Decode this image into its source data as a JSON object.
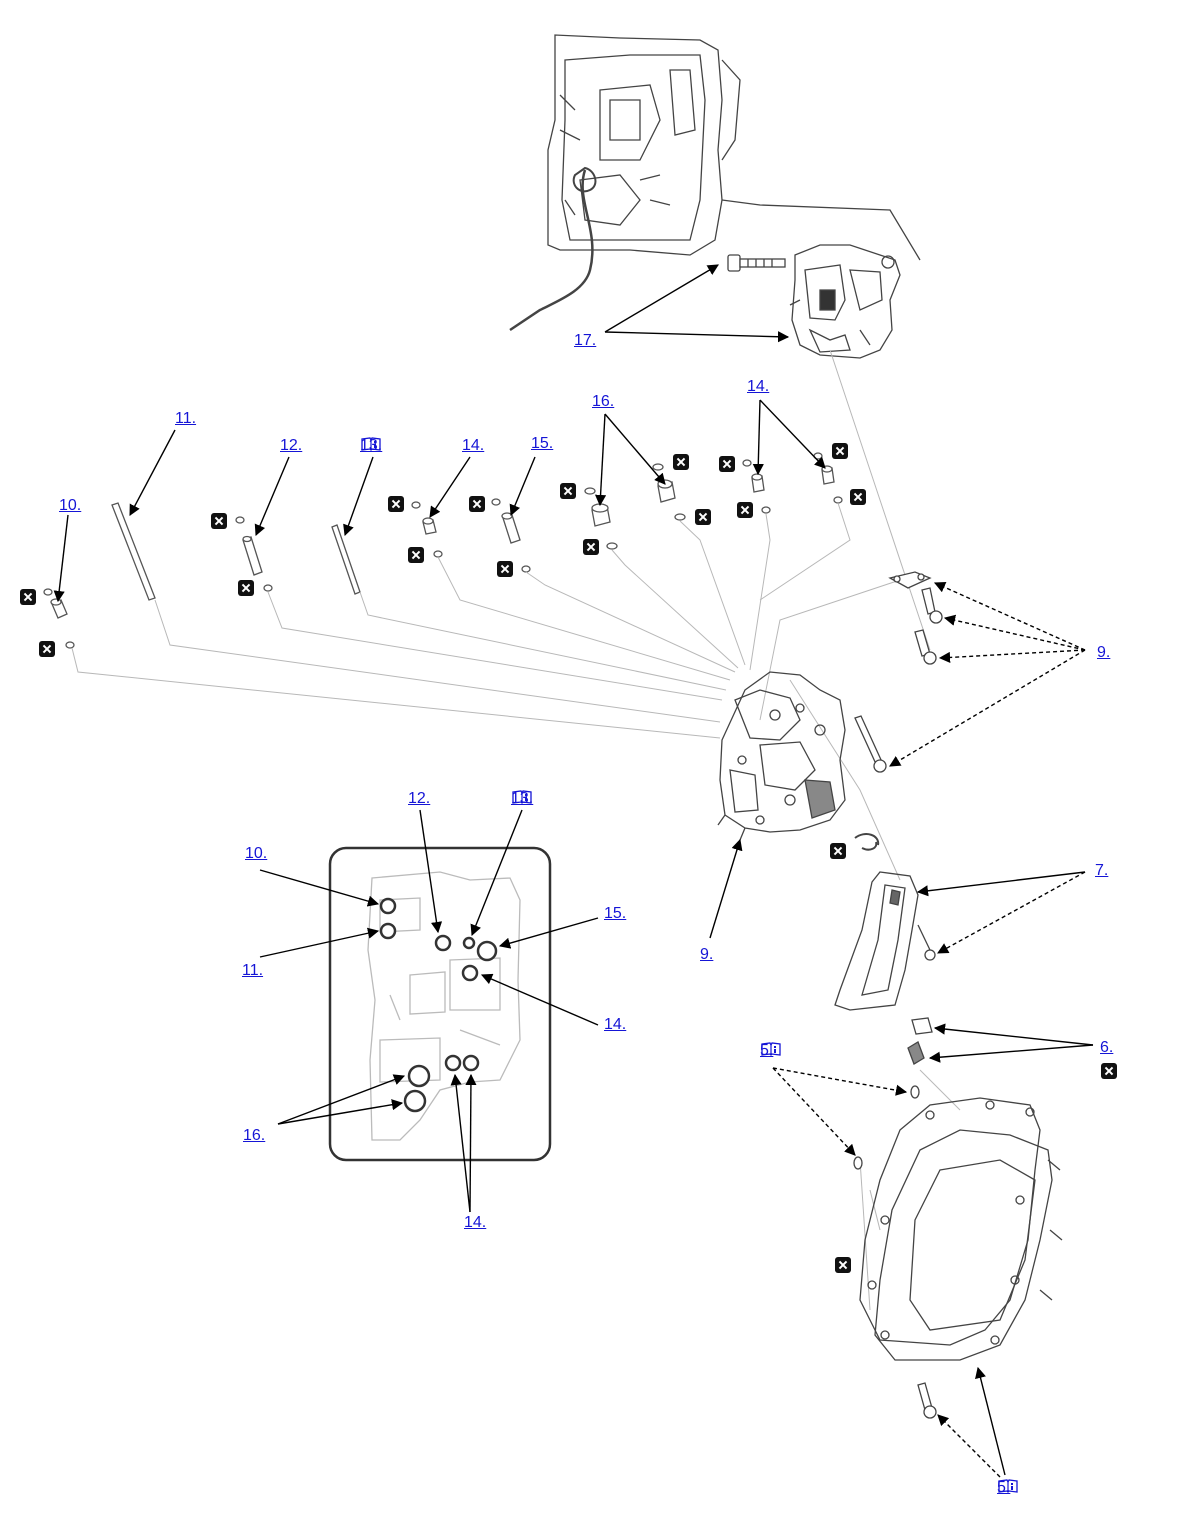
{
  "diagram": {
    "callouts": [
      {
        "id": "c17",
        "text": "17."
      },
      {
        "id": "c11",
        "text": "11."
      },
      {
        "id": "c12",
        "text": "12."
      },
      {
        "id": "c13",
        "text": "13.",
        "book": true
      },
      {
        "id": "c14a",
        "text": "14."
      },
      {
        "id": "c15",
        "text": "15."
      },
      {
        "id": "c16",
        "text": "16."
      },
      {
        "id": "c14b",
        "text": "14."
      },
      {
        "id": "c10",
        "text": "10."
      },
      {
        "id": "c9a",
        "text": "9."
      },
      {
        "id": "c9b",
        "text": "9."
      },
      {
        "id": "c7",
        "text": "7."
      },
      {
        "id": "c6",
        "text": "6."
      },
      {
        "id": "c5a",
        "text": "5.",
        "book": true
      },
      {
        "id": "c5b",
        "text": "5.",
        "book": true
      },
      {
        "id": "i10",
        "text": "10."
      },
      {
        "id": "i11",
        "text": "11."
      },
      {
        "id": "i12",
        "text": "12."
      },
      {
        "id": "i13",
        "text": "13.",
        "book": true
      },
      {
        "id": "i15",
        "text": "15."
      },
      {
        "id": "i14a",
        "text": "14."
      },
      {
        "id": "i16",
        "text": "16."
      },
      {
        "id": "i14b",
        "text": "14."
      }
    ],
    "icons": {
      "replace_marker": "x-replace-icon",
      "reference_marker": "book-reference-icon"
    },
    "colors": {
      "link": "#1515d6",
      "line": "#000000",
      "leader": "#b8b8b8",
      "part": "#555555"
    }
  }
}
